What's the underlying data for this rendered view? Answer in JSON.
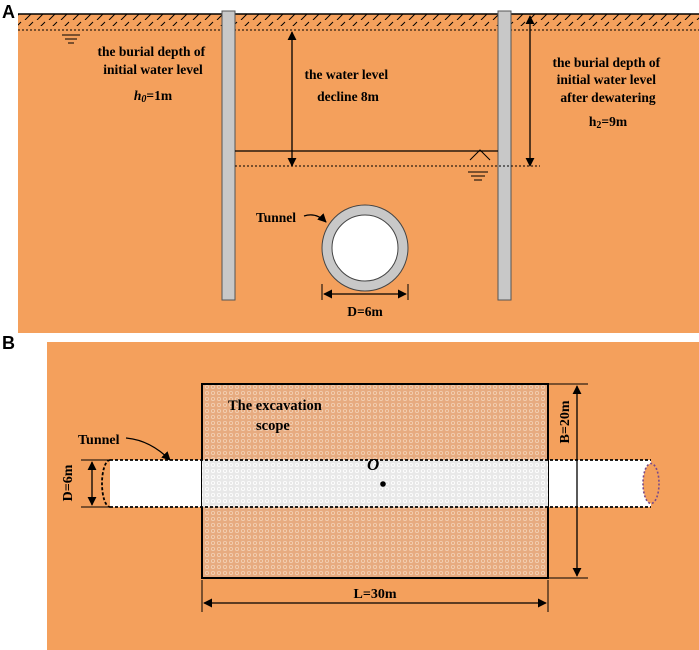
{
  "panel_a": {
    "letter": "A",
    "initial_level_label": [
      "the burial depth of",
      "initial water level"
    ],
    "h0_symbol": "h",
    "h0_subscript": "0",
    "h0_value": "=1m",
    "decline_label": [
      "the water level",
      "decline 8m"
    ],
    "after_label": [
      "the burial depth of",
      "initial water level",
      "after dewatering"
    ],
    "h2_symbol": "h",
    "h2_subscript": "2",
    "h2_value": "=9m",
    "tunnel_label": "Tunnel",
    "diameter_label": "D=6m"
  },
  "panel_b": {
    "letter": "B",
    "excavation_label": [
      "The excavation",
      "scope"
    ],
    "origin_label": "O",
    "tunnel_label": "Tunnel",
    "diameter_label": "D=6m",
    "width_label": "B=20m",
    "length_label": "L=30m"
  },
  "colors": {
    "soil": "#f4a05c",
    "wall": "#c8c8c8",
    "excavation": "#e5a77a"
  }
}
